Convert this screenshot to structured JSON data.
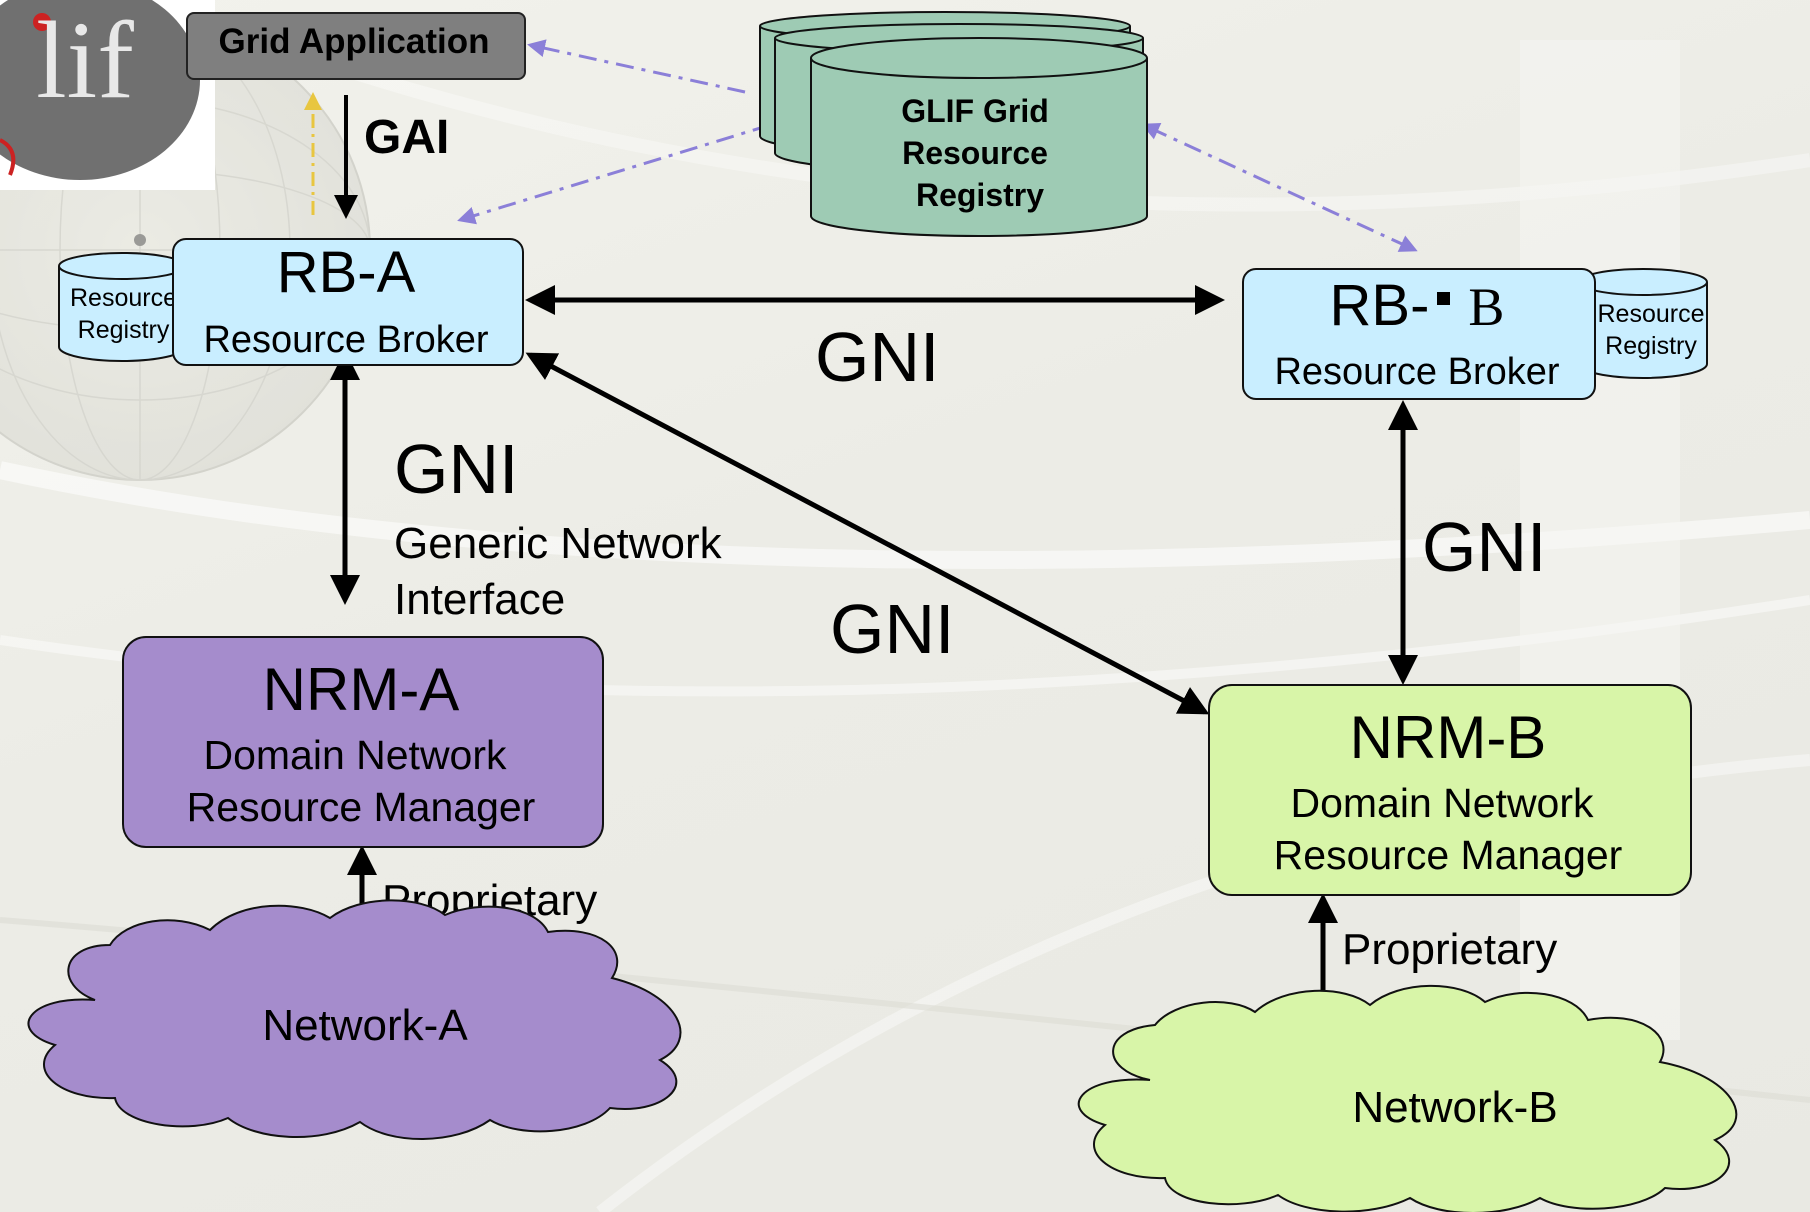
{
  "logo": {
    "text": "lif"
  },
  "grid_application": {
    "label": "Grid Application"
  },
  "gai": {
    "label": "GAI"
  },
  "glif_registry": {
    "line1": "GLIF Grid",
    "line2": "Resource",
    "line3": "Registry"
  },
  "rb_a": {
    "title": "RB-A",
    "subtitle": "Resource Broker"
  },
  "rb_a_registry": {
    "line1": "Resource",
    "line2": "Registry"
  },
  "rb_b": {
    "title_prefix": "RB-",
    "title_suffix": "B",
    "subtitle": "Resource Broker"
  },
  "rb_b_registry": {
    "line1": "Resource",
    "line2": "Registry"
  },
  "gni_horizontal": {
    "label": "GNI"
  },
  "gni_left": {
    "label": "GNI",
    "line1": "Generic Network",
    "line2": "Interface"
  },
  "gni_diagonal": {
    "label": "GNI"
  },
  "gni_right": {
    "label": "GNI"
  },
  "nrm_a": {
    "title": "NRM-A",
    "line1": "Domain Network",
    "line2": "Resource Manager"
  },
  "nrm_b": {
    "title": "NRM-B",
    "line1": "Domain Network",
    "line2": "Resource Manager"
  },
  "proprietary_a": {
    "label": "Proprietary"
  },
  "proprietary_b": {
    "label": "Proprietary"
  },
  "network_a": {
    "label": "Network-A"
  },
  "network_b": {
    "label": "Network-B"
  },
  "colors": {
    "grid_app_fill": "#7f7f7f",
    "registry_fill": "#9ecbb4",
    "rb_fill": "#c9eeff",
    "nrm_a_fill": "#a58ccc",
    "nrm_b_fill": "#d8f5a8",
    "dashed_arrow": "#8b7fd8",
    "gai_up_arrow": "#e8c640"
  }
}
